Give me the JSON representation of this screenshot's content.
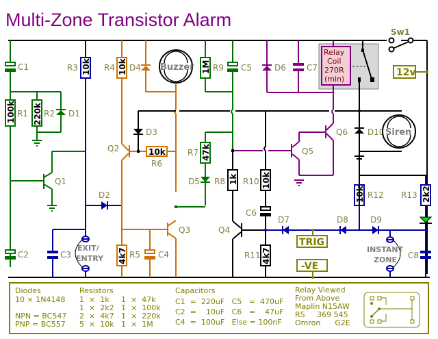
{
  "title": "Multi-Zone Transistor Alarm",
  "colors": {
    "title": "#800080",
    "wire_black": "#000000",
    "wire_green": "#007000",
    "wire_blue": "#0000a0",
    "wire_orange": "#d07000",
    "wire_purple": "#800080",
    "label_olive": "#808040",
    "led_green": "#00e000"
  },
  "components": {
    "sw1": "Sw1",
    "supply": "12v",
    "c1": "C1",
    "c2": "C2",
    "c3": "C3",
    "c4": "C4",
    "c5": "C5",
    "c6": "C6",
    "c7": "C7",
    "c8": "C8",
    "r1": "R1",
    "r1_val": "100k",
    "r2": "R2",
    "r2_val": "220k",
    "r3": "R3",
    "r3_val": "10k",
    "r4": "R4",
    "r4_val": "10k",
    "r5": "R5",
    "r5_val": "4k7",
    "r6": "R6",
    "r6_val": "10k",
    "r7": "R7",
    "r7_val": "47k",
    "r8": "R8",
    "r8_val": "1k",
    "r9": "R9",
    "r9_val": "1M",
    "r10": "R10",
    "r10_val": "10k",
    "r11": "R11",
    "r11_val": "4k7",
    "r12": "R12",
    "r12_val": "10k",
    "r13": "R13",
    "r13_val": "2k2",
    "d1": "D1",
    "d2": "D2",
    "d3": "D3",
    "d4": "D4",
    "d5": "D5",
    "d6": "D6",
    "d7": "D7",
    "d8": "D8",
    "d9": "D9",
    "d10": "D10",
    "q1": "Q1",
    "q2": "Q2",
    "q3": "Q3",
    "q4": "Q4",
    "q5": "Q5",
    "q6": "Q6",
    "buzzer": "Buzzer",
    "siren": "Siren",
    "relay_coil": [
      "Relay",
      "Coil",
      "270R",
      "(min)"
    ],
    "exit_entry": [
      "EXIT/",
      "ENTRY"
    ],
    "instant_zone": [
      "INSTANT",
      "ZONE"
    ],
    "trig": "TRIG",
    "neg": "-VE"
  },
  "parts_list": {
    "diodes_header": "Diodes",
    "diodes": "10 × 1N4148",
    "npn": "NPN = BC547",
    "pnp": "PNP = BC557",
    "resistors_header": "Resistors",
    "resistors": [
      "1  ×  1k     1  ×  47k",
      "1  ×  2k2   1  ×  100k",
      "2  ×  4k7   1  ×  220k",
      "5  ×  10k   1  ×  1M"
    ],
    "capacitors_header": "Capacitors",
    "capacitors": [
      "C1  =  220uF   C5   =  470uF",
      "C2  =    10uF   C6   =    47uF",
      "C4  =  100uF   Else = 100nF"
    ],
    "relay_info": [
      "Relay Viewed",
      "From Above",
      "Maplin N15AW",
      "RS     369 545",
      "Omron      G2E"
    ]
  }
}
